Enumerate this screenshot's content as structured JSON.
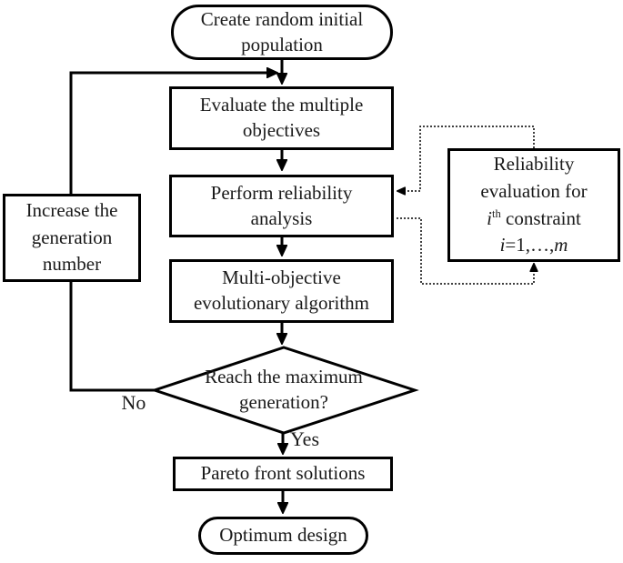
{
  "figure": {
    "background": "#ffffff",
    "line_color": "#000000",
    "text_color": "#1a1a1a"
  },
  "nodes": {
    "start": {
      "shape": "terminator",
      "lines": [
        "Create random initial",
        "population"
      ]
    },
    "evaluate": {
      "shape": "process",
      "lines": [
        "Evaluate the multiple",
        "objectives"
      ]
    },
    "reliability": {
      "shape": "process",
      "lines": [
        "Perform reliability",
        "analysis"
      ]
    },
    "moea": {
      "shape": "process",
      "lines": [
        "Multi-objective",
        "evolutionary algorithm"
      ]
    },
    "decision": {
      "shape": "decision",
      "lines": [
        "Reach the maximum",
        "generation?"
      ]
    },
    "pareto": {
      "shape": "process",
      "lines": [
        "Pareto front solutions"
      ]
    },
    "end": {
      "shape": "terminator",
      "lines": [
        "Optimum design"
      ]
    },
    "increase": {
      "shape": "process",
      "lines": [
        "Increase the",
        "generation",
        "number"
      ]
    },
    "reliability_eval": {
      "shape": "process",
      "line1": "Reliability",
      "line2": "evaluation for",
      "line3": {
        "var": "i",
        "sup": "th",
        "rest": " constraint"
      },
      "line4": {
        "var1": "i",
        "mid": "=1,…,",
        "var2": "m"
      }
    }
  },
  "edge_labels": {
    "no": "No",
    "yes": "Yes"
  }
}
